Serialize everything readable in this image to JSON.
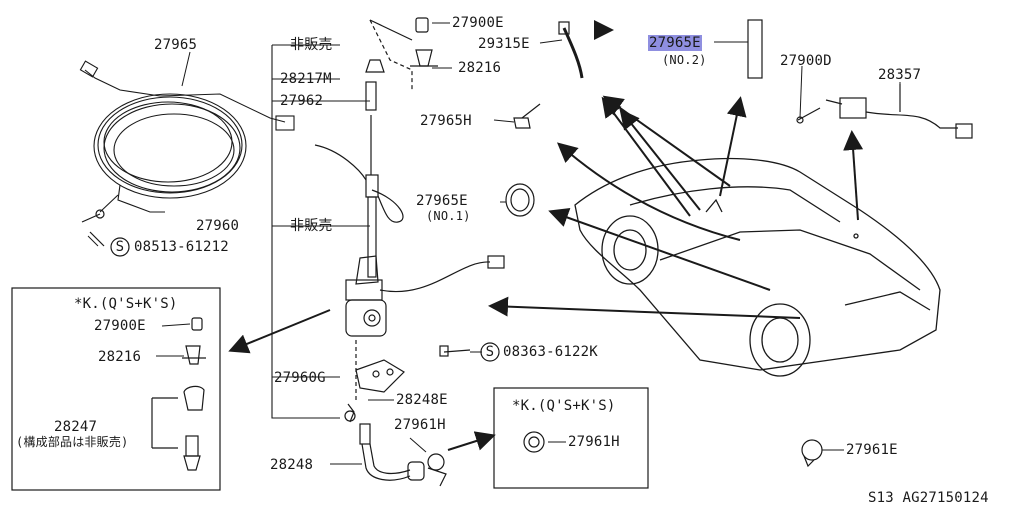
{
  "labels": {
    "p27965": "27965",
    "p08513": "08513-61212",
    "p27900e_top": "27900E",
    "p28216_top": "28216",
    "p29315e": "29315E",
    "p27965e_no2": "27965E",
    "no2": "(NO.2)",
    "p27900d": "27900D",
    "p28357": "28357",
    "not_for_sale_1": "非販売",
    "p28217m": "28217M",
    "p27962": "27962",
    "p27965h": "27965H",
    "p27965e_no1": "27965E",
    "no1": "(NO.1)",
    "p27960": "27960",
    "not_for_sale_2": "非販売",
    "p08363": "08363-6122K",
    "p27960g": "27960G",
    "p28248e": "28248E",
    "p28248": "28248",
    "p27961h_left": "27961H",
    "p27961h_box": "27961H",
    "p27961e": "27961E",
    "box1_title": "*K.(Q'S+K'S)",
    "box1_27900e": "27900E",
    "box1_28216": "28216",
    "box1_28247": "28247",
    "box1_note": "(構成部品は非販売)",
    "box2_title": "*K.(Q'S+K'S)",
    "footer": "S13   AG27150124"
  },
  "circled": {
    "s1": "S",
    "s2": "S"
  },
  "colors": {
    "line": "#1a1a1a",
    "highlight": "#8f8fe0"
  }
}
